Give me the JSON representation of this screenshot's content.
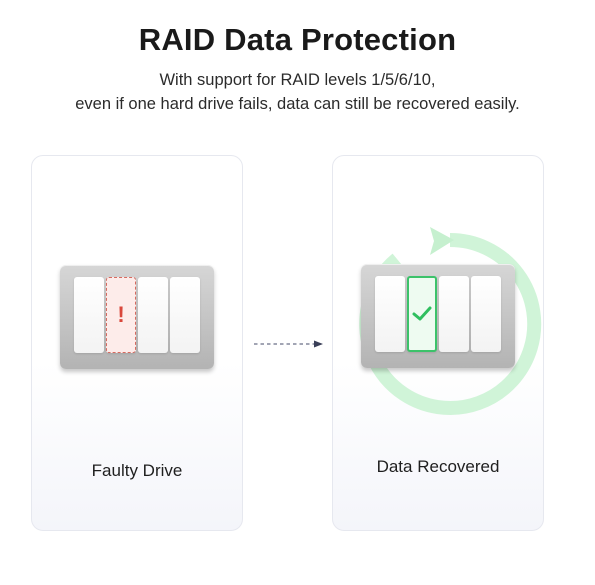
{
  "header": {
    "title": "RAID Data Protection",
    "subtitle_line1": "With support for RAID levels 1/5/6/10,",
    "subtitle_line2": "even if one hard drive fails, data can still be recovered easily."
  },
  "left_card": {
    "label": "Faulty Drive",
    "warning_glyph": "!",
    "warning_color": "#d9473b"
  },
  "right_card": {
    "label": "Data Recovered",
    "accent_color": "#3cc26a"
  },
  "icons": {
    "warning": "exclamation-icon",
    "check": "checkmark-icon",
    "recover": "circular-arrow-icon",
    "transition": "dashed-arrow-icon"
  }
}
